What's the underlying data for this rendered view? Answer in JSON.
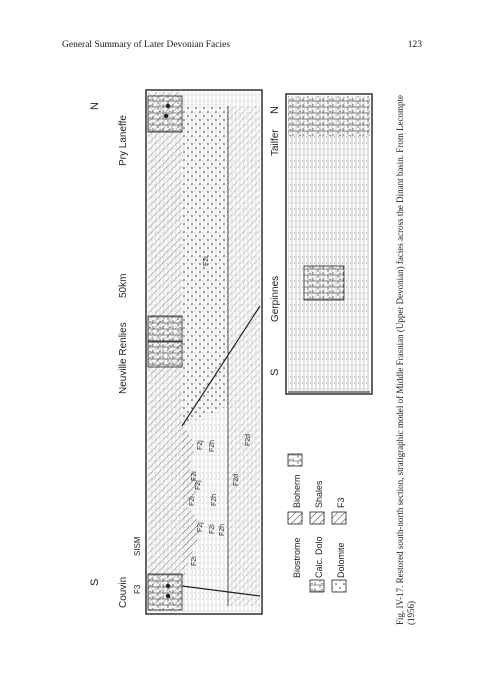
{
  "header": {
    "running_title": "General Summary of Later Devonian Facies",
    "page_number": "123"
  },
  "figure": {
    "upper_section": {
      "direction_left": "S",
      "direction_right": "N",
      "locality_left": "Couvin",
      "locality_mid": "Neuville Renlies",
      "locality_right": "Pry Laneffe",
      "scale": "50km",
      "unit_left": "F3",
      "unit_left_low": "SISM",
      "facies_labels": [
        "F2i",
        "F2j",
        "F2i",
        "F2h",
        "F2i",
        "F2j",
        "F2h",
        "F2i",
        "F2d",
        "F2h",
        "F2j",
        "F2d",
        "F2i"
      ]
    },
    "lower_section": {
      "direction_left": "S",
      "direction_right": "N",
      "locality_mid": "Gerpinnes",
      "locality_right": "Tailfer"
    },
    "legend": [
      {
        "label": "Biostrome",
        "pattern": "biostrome"
      },
      {
        "label": "Calc. Dolo",
        "pattern": "calcdolo"
      },
      {
        "label": "Dolomite",
        "pattern": "dolomite"
      },
      {
        "label": "Bioherm",
        "pattern": "bioherm"
      },
      {
        "label": "Shales",
        "pattern": "shales"
      },
      {
        "label": "F3",
        "pattern": "f3"
      }
    ]
  },
  "caption": {
    "text": "Fig. IV-17. Restored south-north section, stratigraphic model of Middle Frasnian (Upper Devonian) facies across the Dinant basin. From Lecompte (1956)"
  }
}
